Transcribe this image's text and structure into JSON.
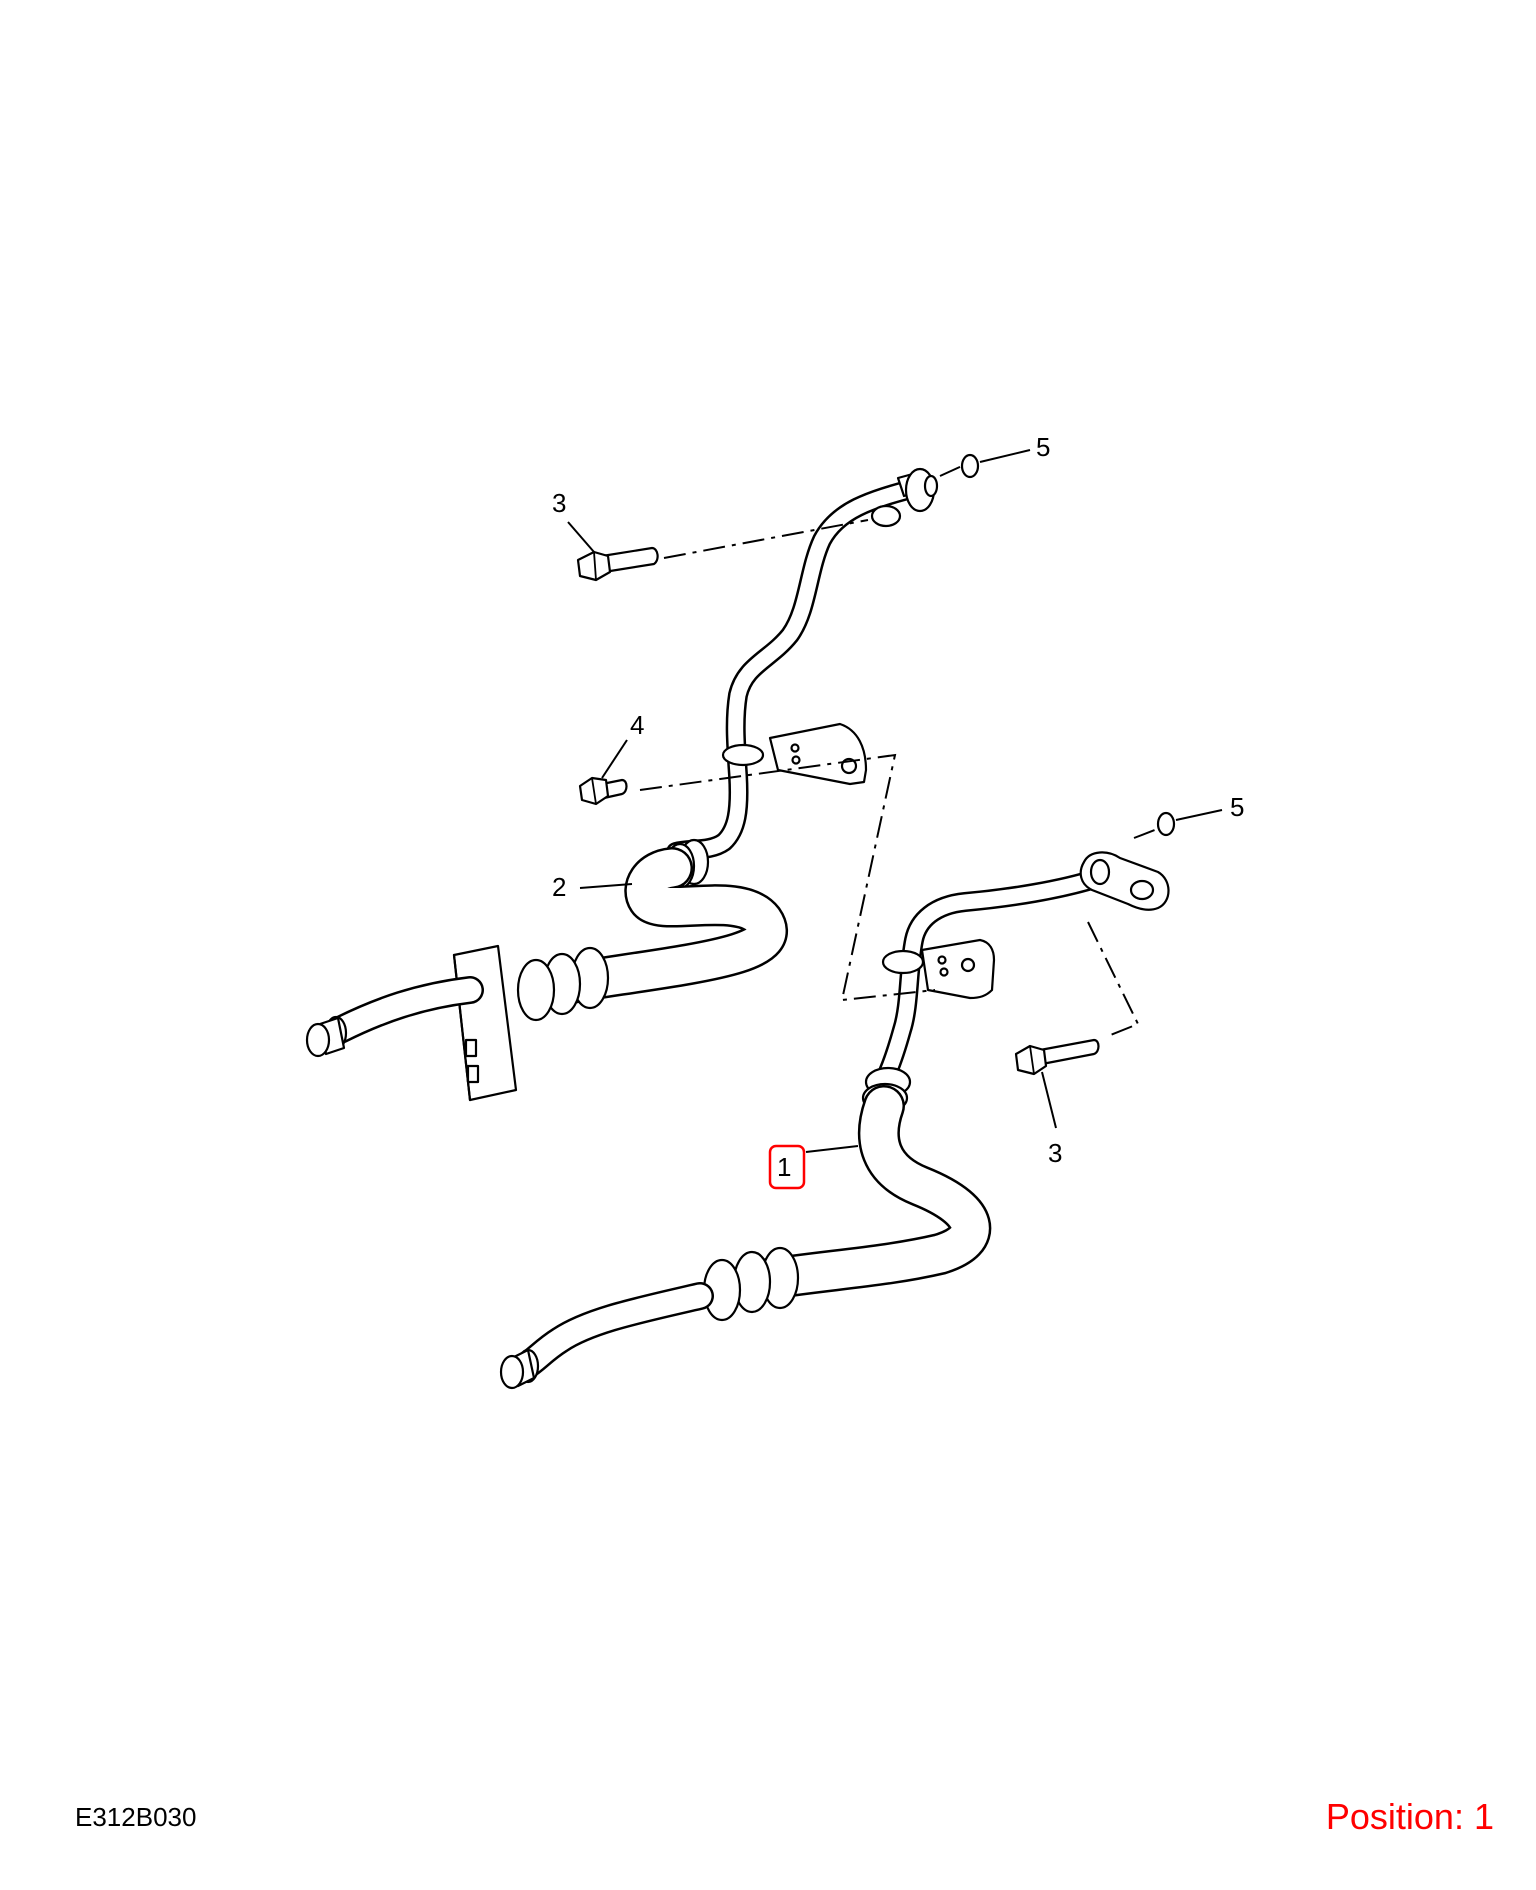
{
  "diagram": {
    "code": "E312B030",
    "position_prefix": "Position:",
    "position_value": "1",
    "highlight_color": "#ff0000",
    "callouts": {
      "hose_lower": "1",
      "hose_upper": "2",
      "bolt_upper": "3",
      "bolt_lower": "3",
      "bolt_small": "4",
      "oring_upper": "5",
      "oring_lower": "5"
    }
  }
}
